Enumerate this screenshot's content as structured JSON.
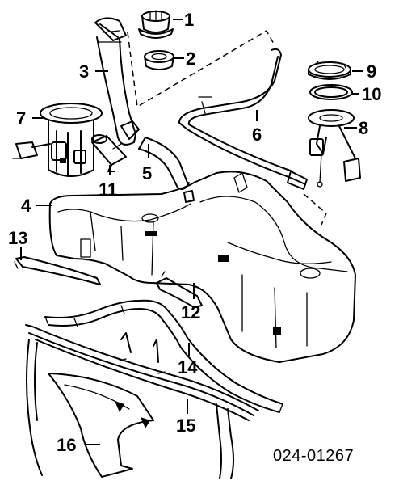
{
  "diagram": {
    "reference_code": "024-01267",
    "callouts": [
      {
        "id": "1",
        "label": "1"
      },
      {
        "id": "2",
        "label": "2"
      },
      {
        "id": "3",
        "label": "3"
      },
      {
        "id": "4",
        "label": "4"
      },
      {
        "id": "5",
        "label": "5"
      },
      {
        "id": "6",
        "label": "6"
      },
      {
        "id": "7",
        "label": "7"
      },
      {
        "id": "8",
        "label": "8"
      },
      {
        "id": "9",
        "label": "9"
      },
      {
        "id": "10",
        "label": "10"
      },
      {
        "id": "11",
        "label": "11"
      },
      {
        "id": "12",
        "label": "12"
      },
      {
        "id": "13",
        "label": "13"
      },
      {
        "id": "14",
        "label": "14"
      },
      {
        "id": "15",
        "label": "15"
      },
      {
        "id": "16",
        "label": "16"
      }
    ]
  }
}
